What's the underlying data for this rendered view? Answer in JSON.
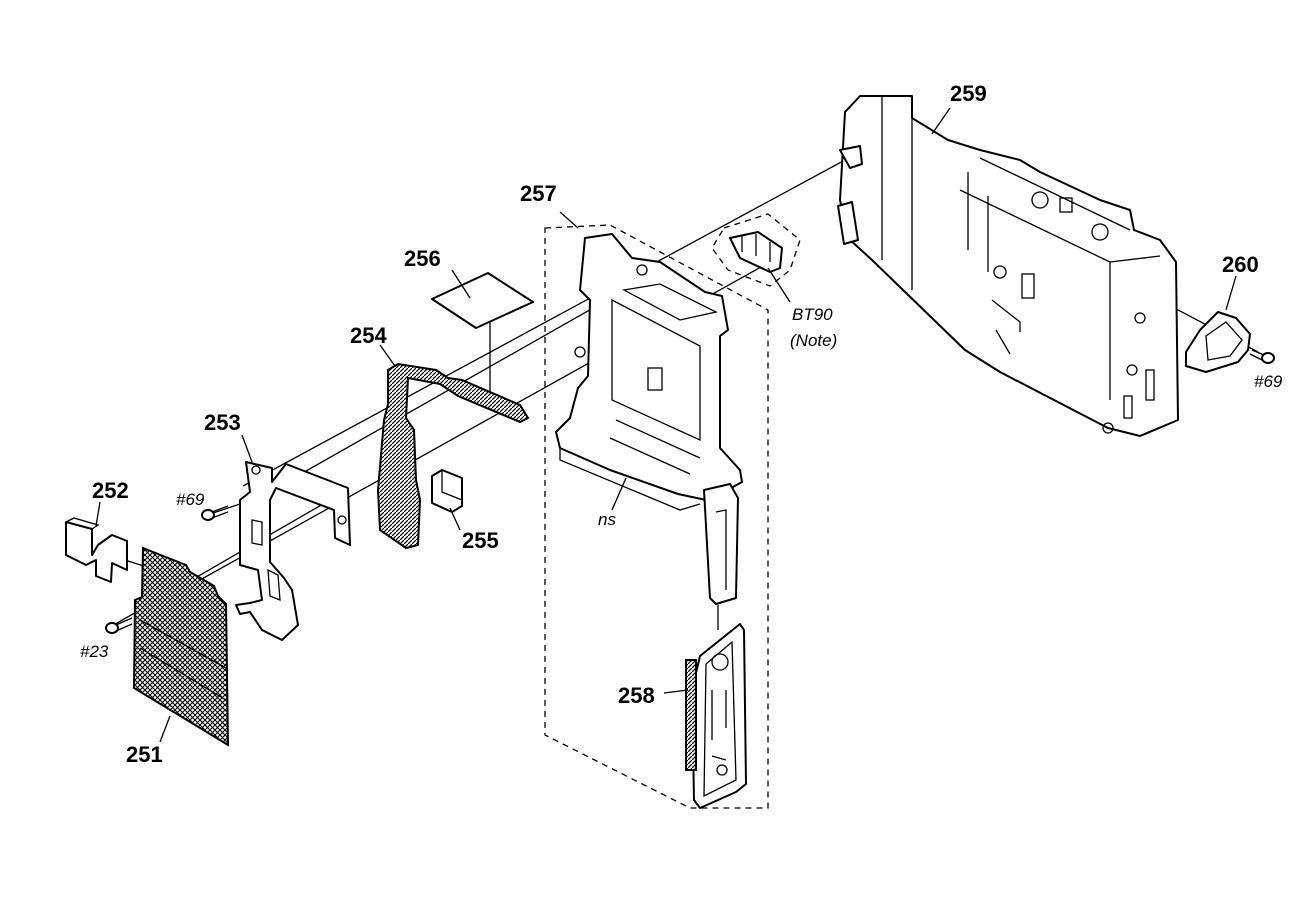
{
  "part_labels": {
    "p251": "251",
    "p252": "252",
    "p253": "253",
    "p254": "254",
    "p255": "255",
    "p256": "256",
    "p257": "257",
    "p258": "258",
    "p259": "259",
    "p260": "260"
  },
  "annotations": {
    "screw_69_left": "#69",
    "screw_23": "#23",
    "screw_69_right": "#69",
    "bt90_line1": "BT90",
    "bt90_line2": "(Note)",
    "ns": "ns"
  }
}
